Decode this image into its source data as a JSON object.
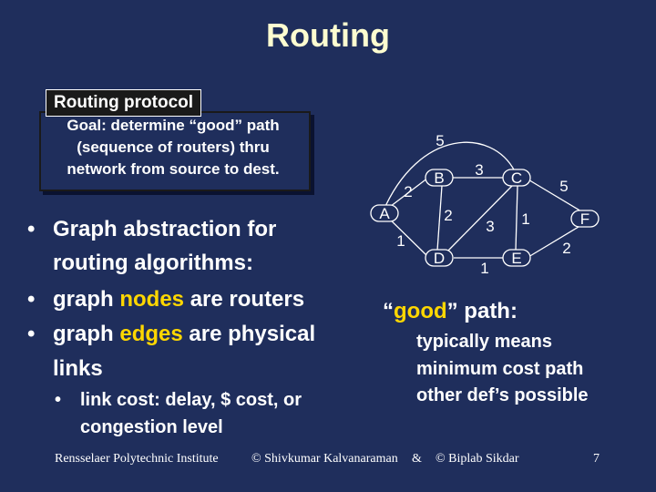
{
  "title": "Routing",
  "routing_protocol": {
    "label": "Routing protocol",
    "goal_lines": [
      "Goal: determine “good” path",
      "(sequence of routers) thru",
      "network from source to dest."
    ]
  },
  "bullets": [
    {
      "lines": [
        "Graph abstraction for",
        "routing algorithms:"
      ]
    },
    {
      "prefix": "graph ",
      "highlight": "nodes",
      "suffix": " are routers"
    },
    {
      "prefix": "graph ",
      "highlight": "edges",
      "suffix": " are physical",
      "line2": "links"
    }
  ],
  "sub_bullet": {
    "lines": [
      "link cost: delay, $ cost, or",
      "congestion level"
    ]
  },
  "good_path": {
    "quote_open": "“",
    "highlight": "good",
    "rest": "” path:",
    "lines": [
      "typically means",
      "minimum cost path",
      "other def’s possible"
    ]
  },
  "graph": {
    "nodes": [
      {
        "id": "A",
        "label": "A"
      },
      {
        "id": "B",
        "label": "B"
      },
      {
        "id": "C",
        "label": "C"
      },
      {
        "id": "D",
        "label": "D"
      },
      {
        "id": "E",
        "label": "E"
      },
      {
        "id": "F",
        "label": "F"
      }
    ],
    "edges": [
      {
        "from": "A",
        "to": "B",
        "cost": "2"
      },
      {
        "from": "A",
        "to": "C",
        "cost": "5"
      },
      {
        "from": "A",
        "to": "D",
        "cost": "1"
      },
      {
        "from": "B",
        "to": "C",
        "cost": "3"
      },
      {
        "from": "B",
        "to": "D",
        "cost": "2"
      },
      {
        "from": "C",
        "to": "D",
        "cost": "3"
      },
      {
        "from": "C",
        "to": "E",
        "cost": "1"
      },
      {
        "from": "C",
        "to": "F",
        "cost": "5"
      },
      {
        "from": "D",
        "to": "E",
        "cost": "1"
      },
      {
        "from": "E",
        "to": "F",
        "cost": "2"
      }
    ],
    "node_color": "#1f2e5c",
    "edge_color": "#ffffff"
  },
  "footer": {
    "institution": "Rensselaer Polytechnic Institute",
    "author1": "© Shivkumar Kalvanaraman",
    "amp": "&",
    "author2": "© Biplab Sikdar",
    "page": "7"
  },
  "colors": {
    "background": "#1f2e5c",
    "title": "#fdfdd0",
    "accent": "#ffd700"
  }
}
